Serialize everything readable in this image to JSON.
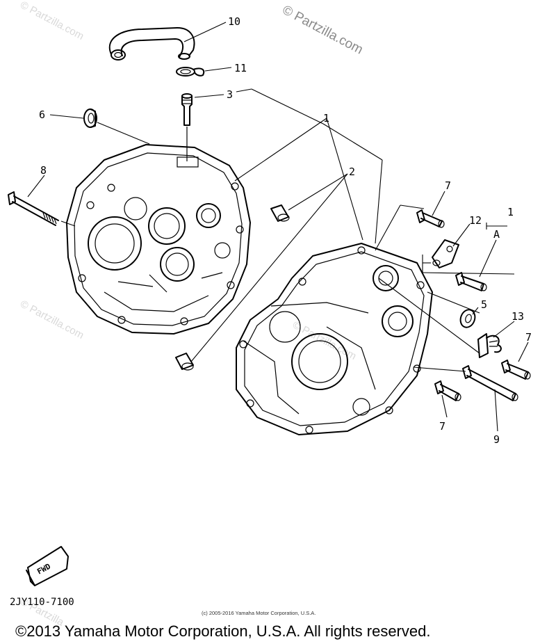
{
  "watermarks": {
    "top_right": "© Partzilla.com",
    "faint_top_left": "© Partzilla.com",
    "faint_mid_left": "© Partzilla.com",
    "faint_center": "© Partzilla.com",
    "faint_bottom": "© Partzilla"
  },
  "callouts": {
    "c10": "10",
    "c11": "11",
    "c3": "3",
    "c6": "6",
    "c1_top": "1",
    "c2": "2",
    "c8": "8",
    "c7_top": "7",
    "c12": "12",
    "c1_right": "1",
    "cA": "A",
    "c5": "5",
    "c13": "13",
    "c7_right": "7",
    "c7_bottom": "7",
    "c9": "9"
  },
  "fwd_label": "FWD",
  "diagram_code": "2JY110-7100",
  "small_copyright": "(c) 2005-2016 Yamaha Motor Corporation, U.S.A.",
  "footer_copyright": "©2013 Yamaha Motor Corporation, U.S.A. All rights reserved."
}
